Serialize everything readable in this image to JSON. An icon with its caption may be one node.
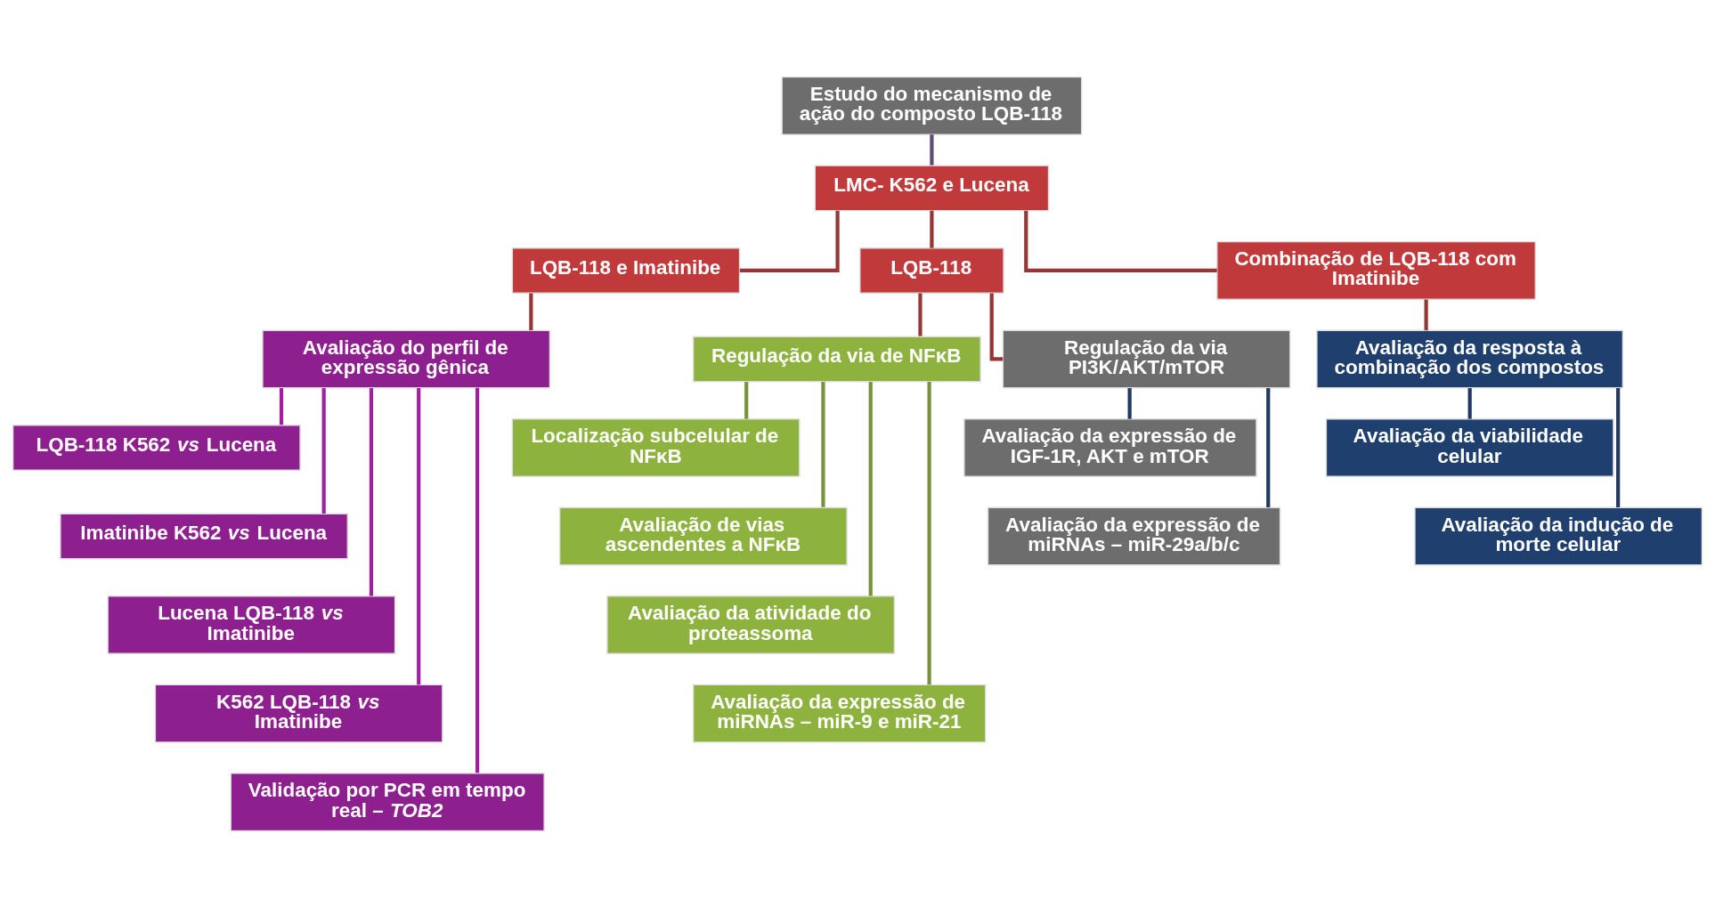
{
  "diagram": {
    "nodes": [
      {
        "text": [
          "Estudo do mecanismo de ação do composto LQB-118"
        ]
      },
      {
        "text": [
          "LMC- K562 e Lucena"
        ]
      },
      {
        "text": [
          "LQB-118 e Imatinibe"
        ]
      },
      {
        "text": [
          "LQB-118"
        ]
      },
      {
        "text": [
          "Combinação de LQB-118 com Imatinibe"
        ]
      },
      {
        "text": [
          "Avaliação do perfil de expressão gênica"
        ]
      },
      {
        "text": [
          "LQB-118 K562 *vs* Lucena"
        ]
      },
      {
        "text": [
          "Imatinibe K562 *vs* Lucena"
        ]
      },
      {
        "text": [
          "Lucena LQB-118 *vs* Imatinibe"
        ]
      },
      {
        "text": [
          "K562 LQB-118 *vs* Imatinibe"
        ]
      },
      {
        "text": [
          "Validação por PCR em tempo real – *TOB2*"
        ]
      },
      {
        "text": [
          "Regulação da via de NFκB"
        ]
      },
      {
        "text": [
          "Localização subcelular de NFκB"
        ]
      },
      {
        "text": [
          "Avaliação de vias ascendentes a NFκB"
        ]
      },
      {
        "text": [
          "Avaliação da atividade do proteassoma"
        ]
      },
      {
        "text": [
          "Avaliação da expressão de miRNAs – miR-9 e miR-21"
        ]
      },
      {
        "text": [
          "Regulação da via PI3K/AKT/mTOR"
        ]
      },
      {
        "text": [
          "Avaliação da expressão de IGF-1R, AKT e mTOR"
        ]
      },
      {
        "text": [
          "Avaliação da expressão de miRNAs – miR-29a/b/c"
        ]
      },
      {
        "text": [
          "Avaliação da resposta à combinação dos compostos"
        ]
      },
      {
        "text": [
          "Avaliação da viabilidade celular"
        ]
      },
      {
        "text": [
          "Avaliação da indução de morte celular"
        ]
      }
    ],
    "edges": [
      {
        "from": 0,
        "to": 1,
        "arrow": "none",
        "color": "#60497a"
      },
      {
        "from": 1,
        "to": 2,
        "arrow": "none"
      },
      {
        "from": 1,
        "to": 3,
        "arrow": "none"
      },
      {
        "from": 1,
        "to": 4,
        "arrow": "none"
      },
      {
        "from": 2,
        "to": 5,
        "arrow": "none"
      },
      {
        "from": 3,
        "to": 11,
        "arrow": "none"
      },
      {
        "from": 3,
        "to": 16,
        "arrow": "none"
      },
      {
        "from": 4,
        "to": 19,
        "arrow": "none"
      },
      {
        "from": 5,
        "to": 6,
        "arrow": "none",
        "color": "#a020a0"
      },
      {
        "from": 5,
        "to": 7,
        "arrow": "none",
        "color": "#a020a0"
      },
      {
        "from": 5,
        "to": 8,
        "arrow": "none",
        "color": "#a020a0"
      },
      {
        "from": 5,
        "to": 9,
        "arrow": "none",
        "color": "#a020a0"
      },
      {
        "from": 5,
        "to": 10,
        "arrow": "none",
        "color": "#a020a0"
      },
      {
        "from": 11,
        "to": 12,
        "arrow": "none",
        "color": "#77933c"
      },
      {
        "from": 11,
        "to": 13,
        "arrow": "none",
        "color": "#77933c"
      },
      {
        "from": 11,
        "to": 14,
        "arrow": "none",
        "color": "#77933c"
      },
      {
        "from": 11,
        "to": 15,
        "arrow": "none",
        "color": "#77933c"
      },
      {
        "from": 16,
        "to": 17,
        "arrow": "none",
        "color": "#1f3864"
      },
      {
        "from": 16,
        "to": 18,
        "arrow": "none",
        "color": "#1f3864"
      },
      {
        "from": 19,
        "to": 20,
        "arrow": "none",
        "color": "#1f3864"
      },
      {
        "from": 19,
        "to": 21,
        "arrow": "none",
        "color": "#1f3864"
      }
    ]
  }
}
